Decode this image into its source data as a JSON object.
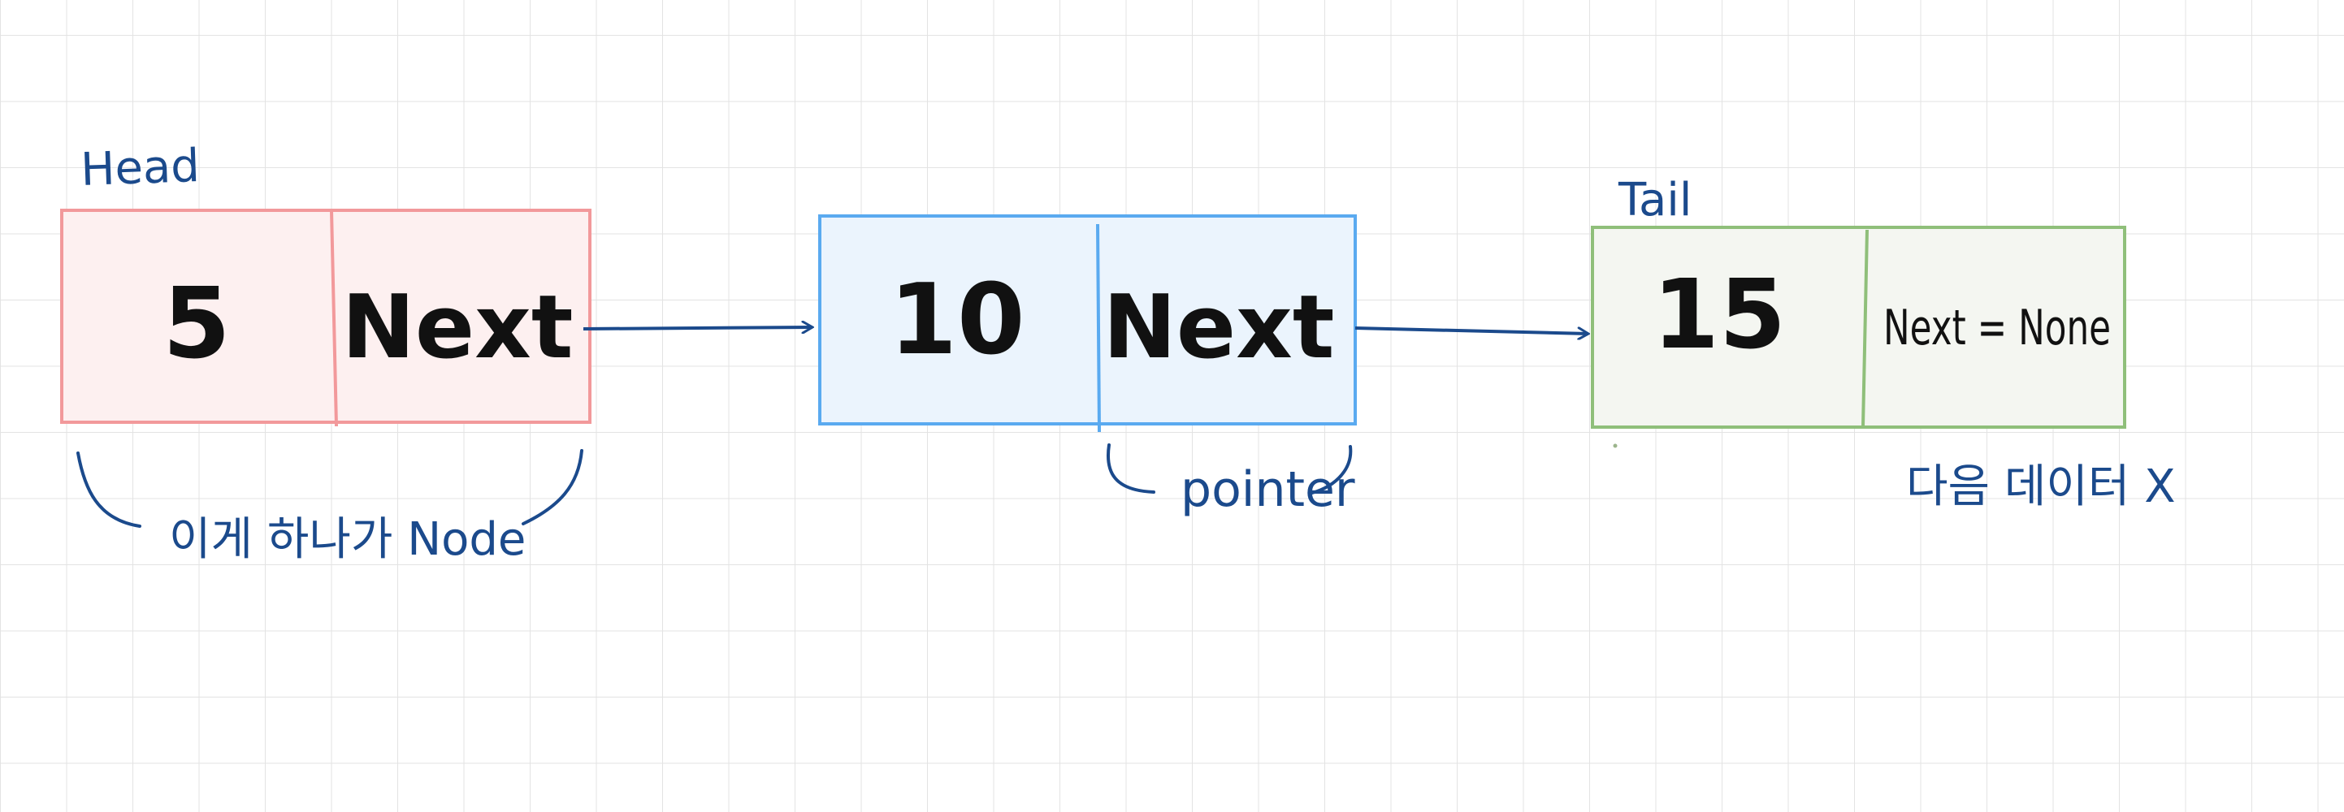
{
  "colors": {
    "ink": "#1b4a8c",
    "text": "#111111",
    "head_stroke": "#f2999b",
    "head_fill": "#fdf0f0",
    "middle_stroke": "#5aaaf0",
    "middle_fill": "#ebf4fd",
    "tail_stroke": "#8fbf7a",
    "tail_fill": "#f4f6f1",
    "grid": "#e3e3e3"
  },
  "labels": {
    "head": "Head",
    "tail": "Tail",
    "node_note": "이게 하나가 Node",
    "pointer_note": "pointer",
    "tail_note": "다음 데이터 X"
  },
  "nodes": [
    {
      "value": "5",
      "next": "Next"
    },
    {
      "value": "10",
      "next": "Next"
    },
    {
      "value": "15",
      "next": "Next = None"
    }
  ]
}
